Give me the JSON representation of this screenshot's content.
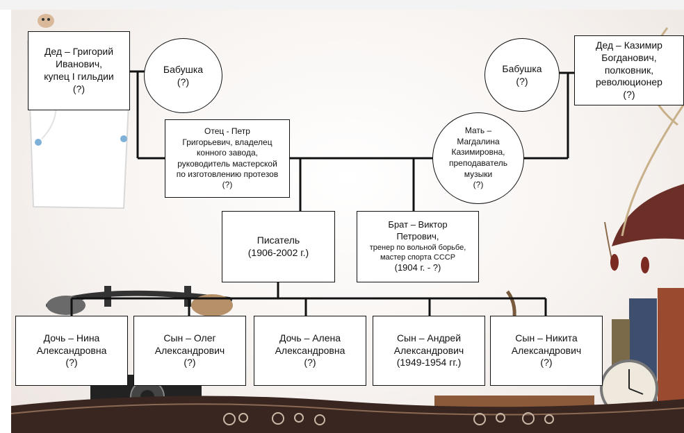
{
  "grandfather_paternal": "Дед – Григорий\nИванович,\nкупец I гильдии\n(?)",
  "grandmother_paternal": "Бабушка\n(?)",
  "grandmother_maternal": "Бабушка\n(?)",
  "grandfather_maternal": "Дед – Казимир\nБогданович,\nполковник,\nреволюционер\n(?)",
  "father": "Отец - Петр\nГригорьевич, владелец\nконного завода,\nруководитель мастерской\nпо изготовлению протезов\n(?)",
  "mother": "Мать –\nМагдалина\nКазимировна,\nпреподаватель\nмузыки\n(?)",
  "writer": "Писатель\n(1906-2002 г.)",
  "brother": {
    "line1": "Брат – Виктор\nПетрович,",
    "line2": "тренер по вольной борьбе,\nмастер спорта СССР",
    "line3": "(1904 г. - ?)"
  },
  "children": [
    "Дочь – Нина\nАлександровна\n(?)",
    "Сын – Олег\nАлександрович\n(?)",
    "Дочь – Алена\nАлександровна\n(?)",
    "Сын – Андрей\nАлександрович\n(1949-1954 гг.)",
    "Сын – Никита\nАлександрович\n(?)"
  ]
}
